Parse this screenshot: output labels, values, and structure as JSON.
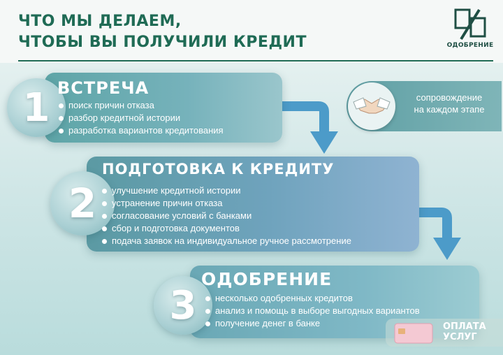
{
  "header": {
    "title_line1": "ЧТО МЫ ДЕЛАЕМ,",
    "title_line2": "ЧТОБЫ ВЫ ПОЛУЧИЛИ КРЕДИТ",
    "logo_text": "ОДОБРЕНИЕ",
    "accent_color": "#1f6b55"
  },
  "steps": [
    {
      "number": "1",
      "title": "ВСТРЕЧА",
      "items": [
        "поиск причин отказа",
        "разбор кредитной истории",
        "разработка вариантов кредитования"
      ]
    },
    {
      "number": "2",
      "title": "ПОДГОТОВКА К КРЕДИТУ",
      "items": [
        "улучшение кредитной истории",
        "устранение причин отказа",
        "согласование условий с банками",
        "сбор и подготовка документов",
        "подача заявок на индивидуальное ручное рассмотрение"
      ]
    },
    {
      "number": "3",
      "title": "ОДОБРЕНИЕ",
      "items": [
        "несколько одобренных кредитов",
        "анализ и помощь в выборе выгодных вариантов",
        "получение денег в банке"
      ]
    }
  ],
  "support": {
    "icon": "handshake-icon",
    "line1": "сопровождение",
    "line2": "на каждом этапе"
  },
  "watermark": {
    "line1": "ОПЛАТА",
    "line2": "УСЛУГ",
    "icon": "credit-card-icon"
  },
  "arrow_color": "#4c9bc9"
}
